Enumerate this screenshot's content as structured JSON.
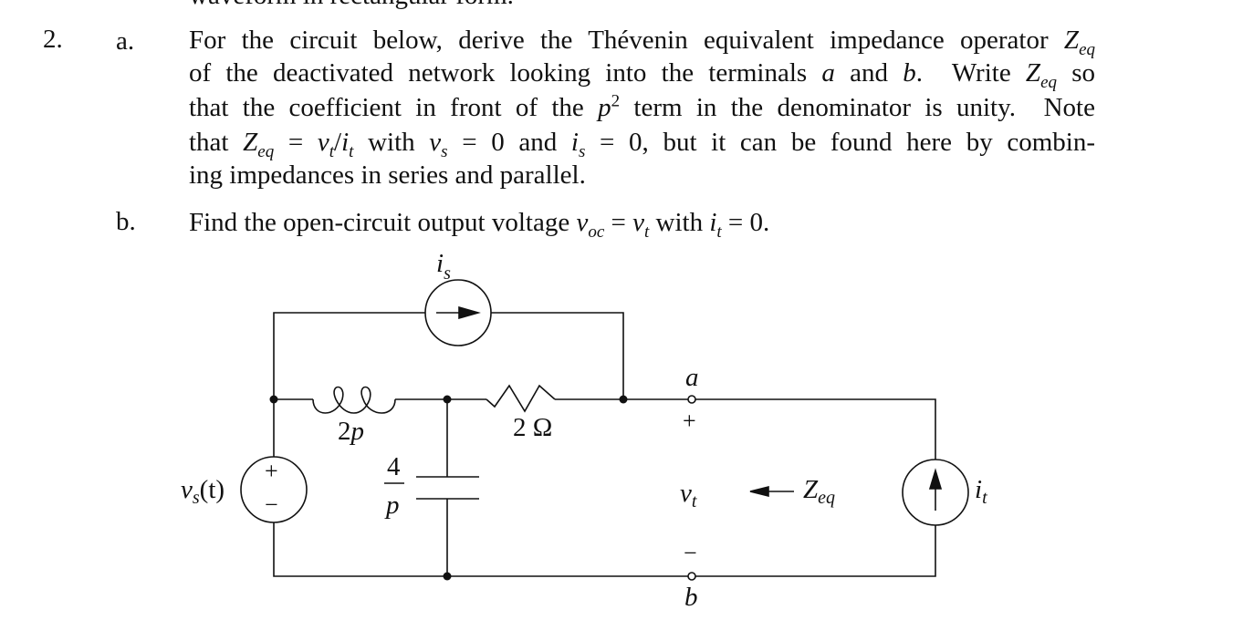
{
  "previous_text": "waveform in rectangular form.",
  "problem_number": "2.",
  "parts": [
    {
      "label": "a.",
      "lines": [
        [
          {
            "t": "For the circuit below, derive the Thévenin equivalent impedance operator "
          },
          {
            "t": "Z",
            "s": "i"
          },
          {
            "t": "eq",
            "s": "sub"
          }
        ],
        [
          {
            "t": "of the deactivated network looking into the terminals "
          },
          {
            "t": "a",
            "s": "i"
          },
          {
            "t": " and "
          },
          {
            "t": "b",
            "s": "i"
          },
          {
            "t": ".  Write "
          },
          {
            "t": "Z",
            "s": "i"
          },
          {
            "t": "eq",
            "s": "sub"
          },
          {
            "t": " so"
          }
        ],
        [
          {
            "t": "that the coefficient in front of the "
          },
          {
            "t": "p",
            "s": "i"
          },
          {
            "t": "2",
            "s": "sup"
          },
          {
            "t": " term in the denominator is unity.  Note"
          }
        ],
        [
          {
            "t": "that "
          },
          {
            "t": "Z",
            "s": "i"
          },
          {
            "t": "eq",
            "s": "sub"
          },
          {
            "t": " = "
          },
          {
            "t": "v",
            "s": "i"
          },
          {
            "t": "t",
            "s": "sub"
          },
          {
            "t": "/"
          },
          {
            "t": "i",
            "s": "i"
          },
          {
            "t": "t",
            "s": "sub"
          },
          {
            "t": " with "
          },
          {
            "t": "v",
            "s": "i"
          },
          {
            "t": "s",
            "s": "sub"
          },
          {
            "t": " = 0 and "
          },
          {
            "t": "i",
            "s": "i"
          },
          {
            "t": "s",
            "s": "sub"
          },
          {
            "t": " = 0, but it can be found here by combin-"
          }
        ],
        [
          {
            "t": "ing impedances in series and parallel."
          }
        ]
      ]
    },
    {
      "label": "b.",
      "lines": [
        [
          {
            "t": "Find the open-circuit output voltage "
          },
          {
            "t": "v",
            "s": "i"
          },
          {
            "t": "oc",
            "s": "sub"
          },
          {
            "t": " = "
          },
          {
            "t": "v",
            "s": "i"
          },
          {
            "t": "t",
            "s": "sub"
          },
          {
            "t": " with "
          },
          {
            "t": "i",
            "s": "i"
          },
          {
            "t": "t",
            "s": "sub"
          },
          {
            "t": " = 0."
          }
        ]
      ]
    }
  ],
  "circuit": {
    "is_label": {
      "main": "i",
      "sub": "s"
    },
    "vs_label": {
      "main": "v",
      "sub": "s",
      "arg": "(t)"
    },
    "inductor_label": {
      "coef": "2",
      "var": "p"
    },
    "resistor_label": "2 Ω",
    "capacitor_label": {
      "num": "4",
      "den": "p"
    },
    "terminal_a": "a",
    "terminal_b": "b",
    "plus": "+",
    "minus": "−",
    "vt_label": {
      "main": "v",
      "sub": "t"
    },
    "zeq_label": {
      "main": "Z",
      "sub": "eq"
    },
    "it_label": {
      "main": "i",
      "sub": "t"
    }
  }
}
